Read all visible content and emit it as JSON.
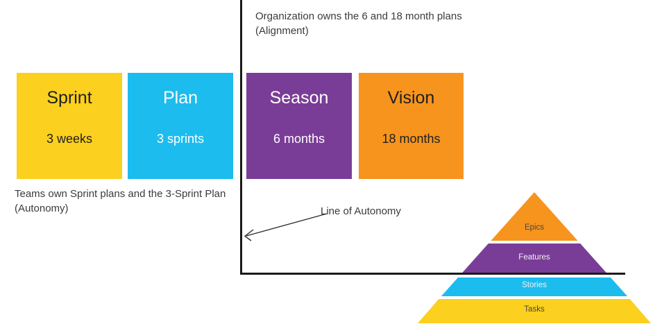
{
  "annotations": {
    "alignment_line1": "Organization owns the 6 and 18 month plans",
    "alignment_line2": "(Alignment)",
    "autonomy_line1": "Teams own Sprint plans and the 3-Sprint Plan",
    "autonomy_line2": "(Autonomy)",
    "line_of_autonomy": "Line of Autonomy"
  },
  "boxes": [
    {
      "title": "Sprint",
      "subtitle": "3 weeks",
      "color": "#FBD01E",
      "text_color": "#1f1f1f"
    },
    {
      "title": "Plan",
      "subtitle": "3 sprints",
      "color": "#1CBCEF",
      "text_color": "#ffffff"
    },
    {
      "title": "Season",
      "subtitle": "6 months",
      "color": "#7A3D97",
      "text_color": "#ffffff"
    },
    {
      "title": "Vision",
      "subtitle": "18 months",
      "color": "#F7941E",
      "text_color": "#1f1f1f"
    }
  ],
  "pyramid": {
    "layers": [
      {
        "label": "Epics",
        "color": "#F7941E",
        "text_color": "#474740"
      },
      {
        "label": "Features",
        "color": "#7A3D97",
        "text_color": "#f2f2f2"
      },
      {
        "label": "Stories",
        "color": "#1CBCEF",
        "text_color": "#f2f2f2"
      },
      {
        "label": "Tasks",
        "color": "#FBD01E",
        "text_color": "#474740"
      }
    ]
  },
  "colors": {
    "axis_line": "#1a1a1a",
    "arrow": "#2b2b2b",
    "annotation_text": "#3b3b3b"
  }
}
